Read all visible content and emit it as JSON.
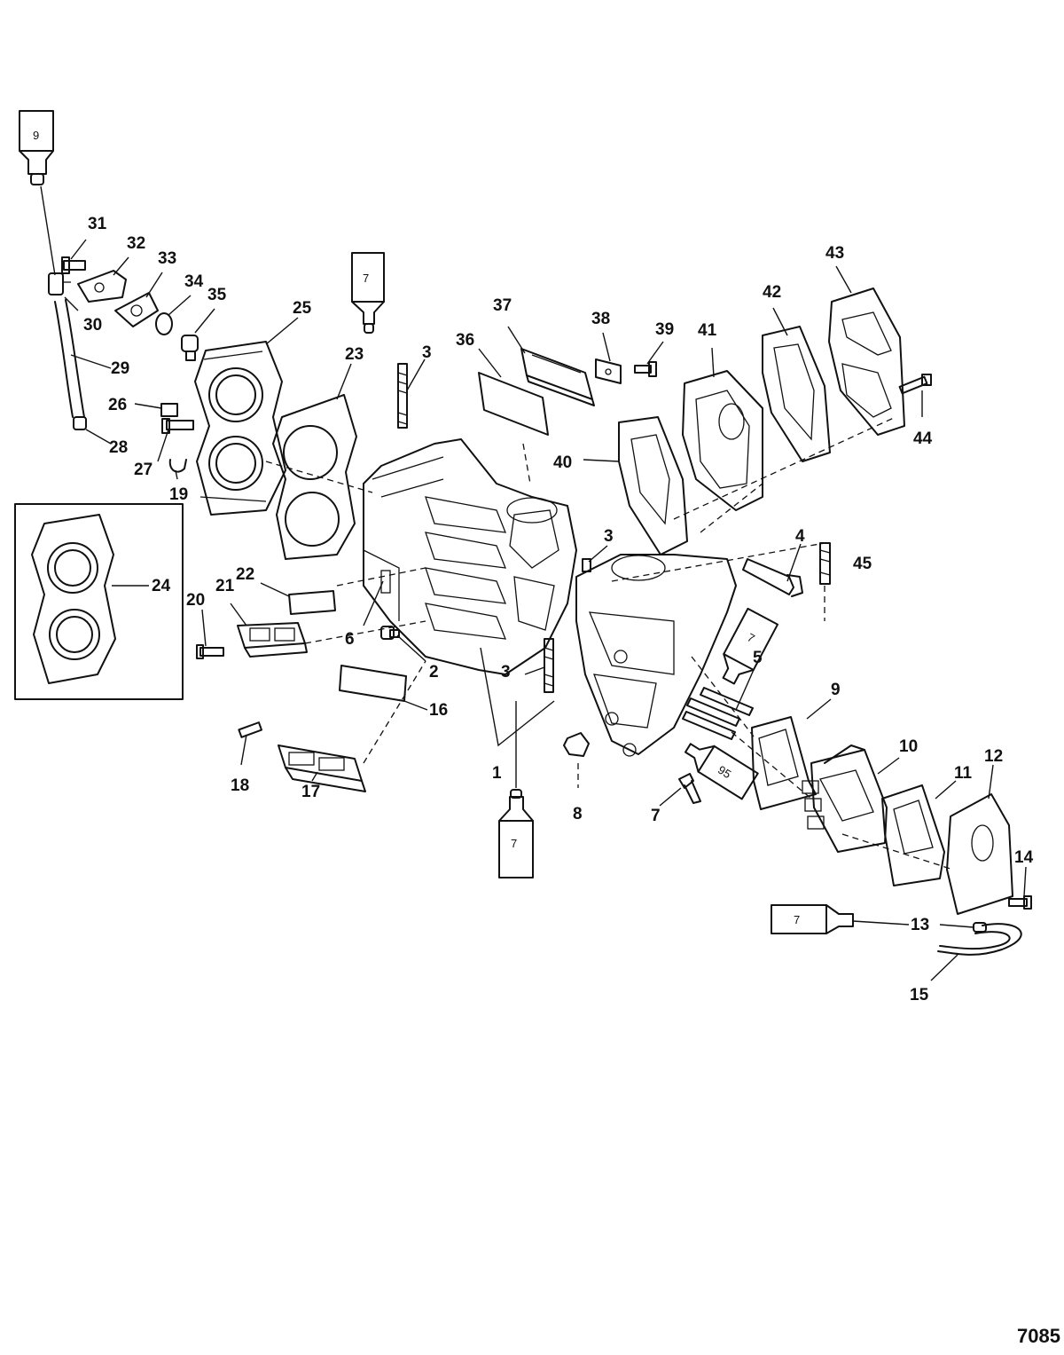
{
  "figure_id": "7085",
  "callouts": [
    "9",
    "31",
    "32",
    "33",
    "34",
    "35",
    "30",
    "29",
    "25",
    "26",
    "28",
    "27",
    "19",
    "23",
    "24",
    "22",
    "21",
    "20",
    "6",
    "2",
    "16",
    "18",
    "17",
    "3",
    "3",
    "3",
    "1",
    "8",
    "7",
    "7",
    "36",
    "37",
    "38",
    "39",
    "41",
    "42",
    "43",
    "44",
    "40",
    "4",
    "45",
    "5",
    "9",
    "10",
    "11",
    "12",
    "14",
    "13",
    "15",
    "7",
    "7",
    "95",
    "7"
  ],
  "tube_labels": [
    "9",
    "7",
    "7",
    "7",
    "95",
    "7"
  ]
}
